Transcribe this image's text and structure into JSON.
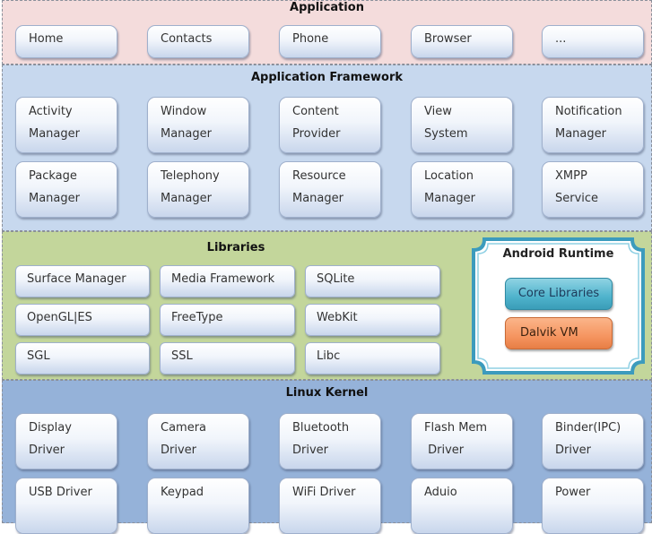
{
  "layers": {
    "application": {
      "title": "Application",
      "items": [
        "Home",
        "Contacts",
        "Phone",
        "Browser",
        "..."
      ]
    },
    "framework": {
      "title": "Application Framework",
      "items": [
        [
          "Activity",
          "Manager"
        ],
        [
          "Window",
          "Manager"
        ],
        [
          "Content",
          "Provider"
        ],
        [
          "View",
          "System"
        ],
        [
          "Notification",
          "Manager"
        ],
        [
          "Package",
          "Manager"
        ],
        [
          "Telephony",
          "Manager"
        ],
        [
          "Resource",
          "Manager"
        ],
        [
          "Location",
          "Manager"
        ],
        [
          "XMPP",
          "Service"
        ]
      ]
    },
    "libraries": {
      "title": "Libraries",
      "items": [
        "Surface Manager",
        "Media Framework",
        "SQLite",
        "OpenGL|ES",
        "FreeType",
        "WebKit",
        "SGL",
        "SSL",
        "Libc"
      ]
    },
    "runtime": {
      "title": "Android Runtime",
      "core": "Core Libraries",
      "vm": "Dalvik VM"
    },
    "kernel": {
      "title": "Linux Kernel",
      "items": [
        [
          "Display",
          "Driver"
        ],
        [
          "Camera",
          "Driver"
        ],
        [
          "Bluetooth",
          "Driver"
        ],
        [
          "Flash Mem",
          " Driver"
        ],
        [
          "Binder(IPC)",
          "Driver"
        ],
        [
          "USB Driver"
        ],
        [
          "Keypad"
        ],
        [
          "WiFi Driver"
        ],
        [
          "Aduio"
        ],
        [
          "Power"
        ]
      ]
    }
  },
  "colors": {
    "application_bg": "#f4dcdc",
    "framework_bg": "#c7d8ee",
    "libraries_bg": "#c3d69b",
    "kernel_bg": "#95b2d9",
    "core_libraries": "#4fb3cc",
    "dalvik_vm": "#f59560"
  }
}
